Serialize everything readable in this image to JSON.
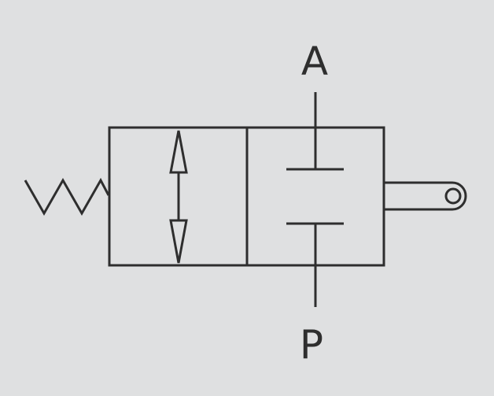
{
  "colors": {
    "background": "#dfe0e1",
    "stroke": "#2e2e2e"
  },
  "diagram": {
    "ports": {
      "top_label": "A",
      "bottom_label": "P"
    },
    "elements": {
      "spring": "spring-return-icon",
      "left_envelope": "bidirectional-flow-arrows",
      "right_envelope": "blocked-ports",
      "actuator": "roller-actuator-icon"
    }
  }
}
